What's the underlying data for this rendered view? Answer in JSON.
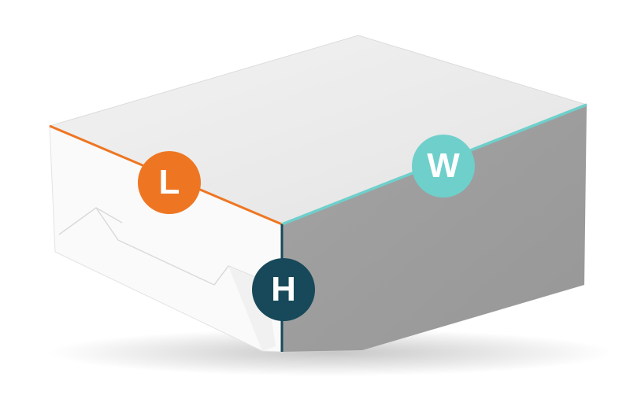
{
  "labels": {
    "length": "L",
    "width": "W",
    "height": "H"
  },
  "colors": {
    "length": "#EE7623",
    "width": "#6FCFCB",
    "height": "#17495A",
    "box_top": "#EDEDED",
    "box_front": "#FAFAFA",
    "box_side": "#9E9E9E"
  }
}
